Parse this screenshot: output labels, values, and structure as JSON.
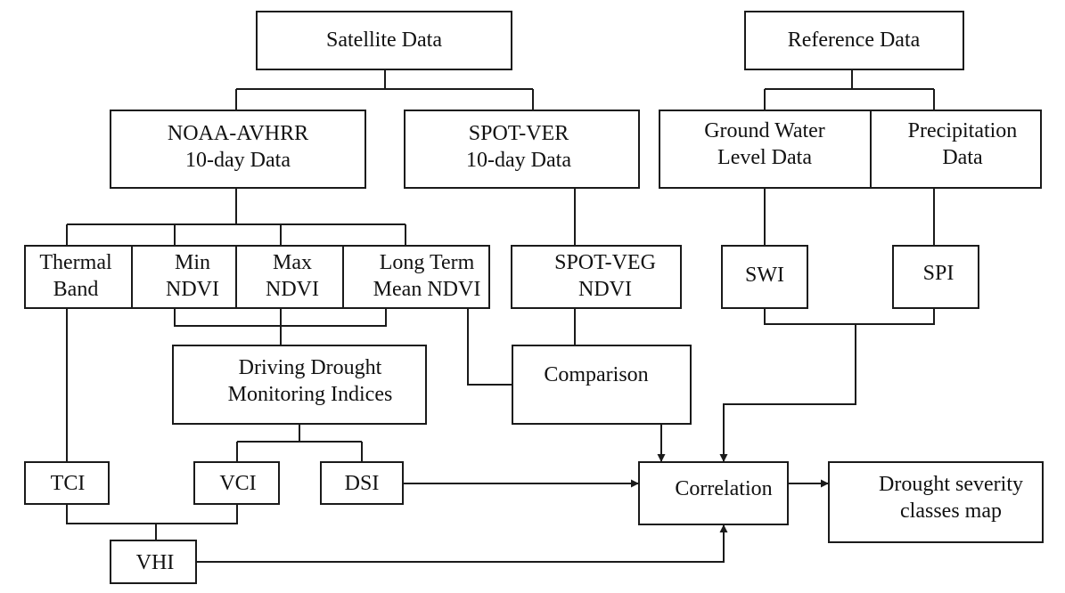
{
  "nodes": {
    "satellite": {
      "lines": [
        "Satellite Data"
      ]
    },
    "reference": {
      "lines": [
        "Reference Data"
      ]
    },
    "noaa": {
      "lines": [
        "NOAA-AVHRR",
        "10-day Data"
      ]
    },
    "spot_ver": {
      "lines": [
        "SPOT-VER",
        "10-day Data"
      ]
    },
    "groundwater": {
      "lines": [
        "Ground Water",
        "Level Data"
      ]
    },
    "precip": {
      "lines": [
        "Precipitation",
        "Data"
      ]
    },
    "thermal": {
      "lines": [
        "Thermal",
        "Band"
      ]
    },
    "min_ndvi": {
      "lines": [
        "Min",
        "NDVI"
      ]
    },
    "max_ndvi": {
      "lines": [
        "Max",
        "NDVI"
      ]
    },
    "ltm_ndvi": {
      "lines": [
        "Long Term",
        "Mean NDVI"
      ]
    },
    "spot_veg": {
      "lines": [
        "SPOT-VEG",
        "NDVI"
      ]
    },
    "swi": {
      "lines": [
        "SWI"
      ]
    },
    "spi": {
      "lines": [
        "SPI"
      ]
    },
    "driving": {
      "lines": [
        "Driving Drought",
        "Monitoring Indices"
      ]
    },
    "comparison": {
      "lines": [
        "Comparison"
      ]
    },
    "tci": {
      "lines": [
        "TCI"
      ]
    },
    "vci": {
      "lines": [
        "VCI"
      ]
    },
    "dsi": {
      "lines": [
        "DSI"
      ]
    },
    "correlation": {
      "lines": [
        "Correlation"
      ]
    },
    "severity": {
      "lines": [
        "Drought severity",
        "classes map"
      ]
    },
    "vhi": {
      "lines": [
        "VHI"
      ]
    }
  }
}
